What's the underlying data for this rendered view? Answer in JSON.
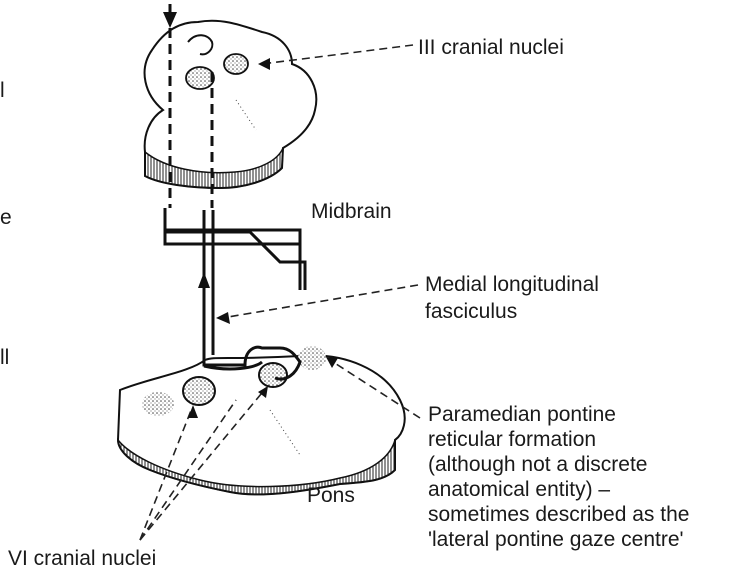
{
  "labels": {
    "iii_nuclei": "III cranial nuclei",
    "midbrain": "Midbrain",
    "mlf_line1": "Medial longitudinal",
    "mlf_line2": "fasciculus",
    "ppr_line1": "Paramedian pontine",
    "ppr_line2": "reticular formation",
    "ppr_line3": "(although not a discrete",
    "ppr_line4": "anatomical entity) –",
    "ppr_line5": "sometimes described as the",
    "ppr_line6": "'lateral pontine gaze centre'",
    "pons": "Pons",
    "vi_nuclei": "VI cranial nuclei",
    "left_frag_1": "l",
    "left_frag_2": "e",
    "left_frag_3": "ll"
  }
}
